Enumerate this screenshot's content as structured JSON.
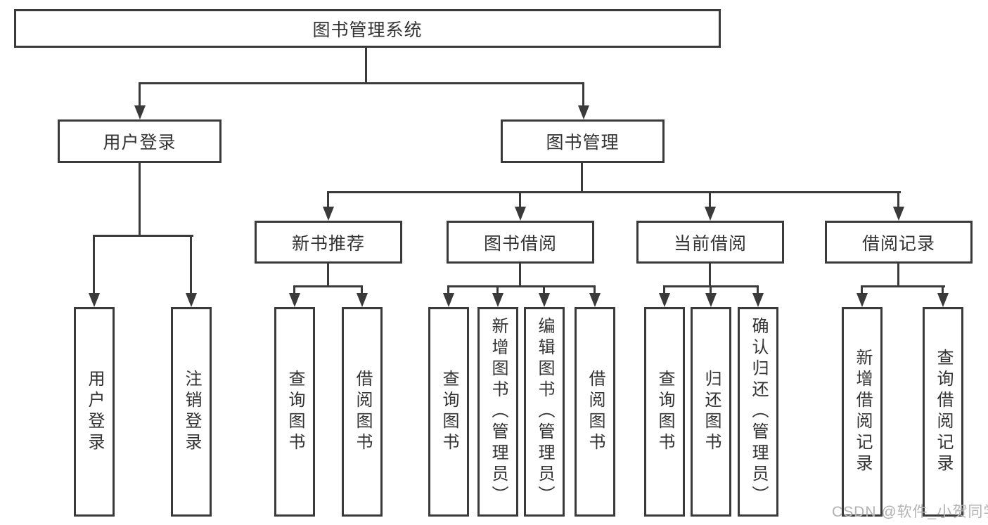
{
  "nodes": {
    "root": "图书管理系统",
    "user_login": "用户登录",
    "book_mgmt": "图书管理",
    "new_book": "新书推荐",
    "book_borrow": "图书借阅",
    "current_borrow": "当前借阅",
    "borrow_record": "借阅记录"
  },
  "leaves": {
    "user_login": [
      "用户登录",
      "注销登录"
    ],
    "new_book": [
      "查询图书",
      "借阅图书"
    ],
    "book_borrow": [
      "查询图书",
      "新增图书（管理员）",
      "编辑图书（管理员）",
      "借阅图书"
    ],
    "current_borrow": [
      "查询图书",
      "归还图书",
      "确认归还（管理员）"
    ],
    "borrow_record": [
      "新增借阅记录",
      "查询借阅记录"
    ]
  },
  "watermark": "CSDN @软件_小贺同学",
  "colors": {
    "line": "#3a3a3a",
    "text": "#333333",
    "watermark": "#b2b2b2",
    "background": "#ffffff"
  }
}
